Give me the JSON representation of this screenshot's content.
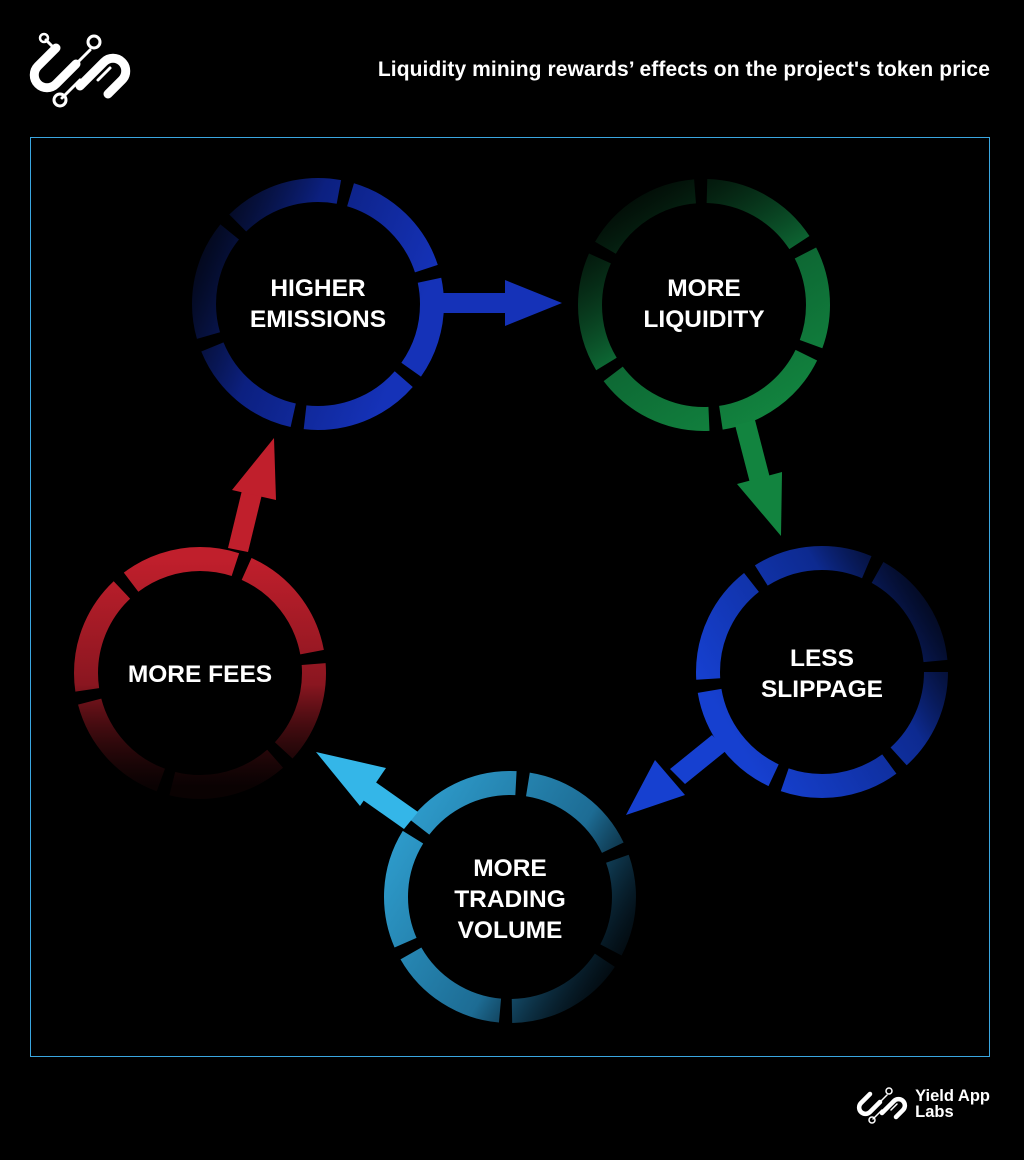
{
  "header": {
    "title": "Liquidity mining rewards’ effects on the project's token price"
  },
  "colors": {
    "frame": "#3aa6e0",
    "background": "#000000"
  },
  "nodes": [
    {
      "id": "higher-emissions",
      "lines": [
        "HIGHER",
        "EMISSIONS"
      ],
      "color": "#1530b0"
    },
    {
      "id": "more-liquidity",
      "lines": [
        "MORE",
        "LIQUIDITY"
      ],
      "color": "#0e7a3e"
    },
    {
      "id": "less-slippage",
      "lines": [
        "LESS",
        "SLIPPAGE"
      ],
      "color": "#1336c4"
    },
    {
      "id": "more-trading-volume",
      "lines": [
        "MORE",
        "TRADING",
        "VOLUME"
      ],
      "color": "#2a8fc0"
    },
    {
      "id": "more-fees",
      "lines": [
        "MORE FEES"
      ],
      "color": "#b01c28"
    }
  ],
  "brand": {
    "line1": "Yield App",
    "line2": "Labs"
  },
  "icons": {
    "top_logo": "circuit-logo-icon",
    "brand_logo": "circuit-logo-icon"
  }
}
